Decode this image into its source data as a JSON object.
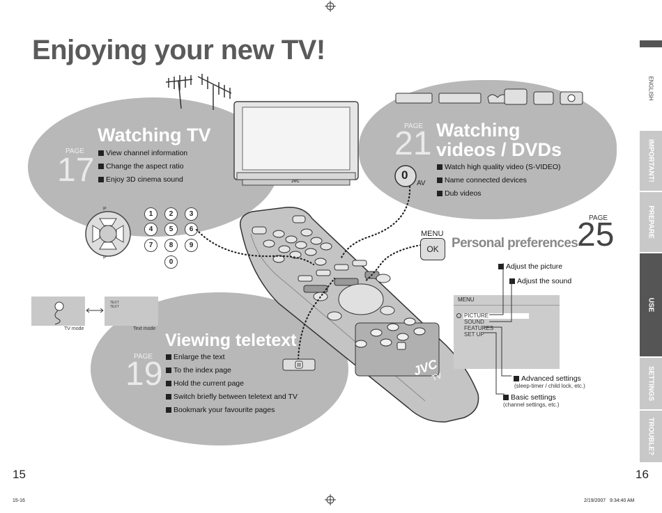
{
  "title": "Enjoying your new TV!",
  "page_left": "15",
  "page_right": "16",
  "footer_left": "15-16",
  "footer_right": "2/19/2007   9:34:40 AM",
  "sidebar": {
    "english": "ENGLISH",
    "important": "IMPORTANT!",
    "prepare": "PREPARE",
    "use": "USE",
    "settings": "SETTINGS",
    "trouble": "TROUBLE?"
  },
  "page_label": "PAGE",
  "watching_tv": {
    "title": "Watching TV",
    "page": "17",
    "items": [
      "View channel information",
      "Change the aspect ratio",
      "Enjoy 3D cinema sound"
    ]
  },
  "watching_videos": {
    "title_line1": "Watching",
    "title_line2": "videos / DVDs",
    "page": "21",
    "items": [
      "Watch high quality video (S-VIDEO)",
      "Name connected devices",
      "Dub videos"
    ]
  },
  "teletext": {
    "title": "Viewing teletext",
    "page": "19",
    "items": [
      "Enlarge the text",
      "To the index page",
      "Hold the current page",
      "Switch briefly between teletext and TV",
      "Bookmark your favourite pages"
    ],
    "tv_mode": "TV mode",
    "text_mode": "Text mode",
    "text_lbl": "TEXT",
    "text_lbl2": "TEXT"
  },
  "preferences": {
    "title": "Personal preferences",
    "page": "25",
    "menu_label": "MENU",
    "ok_label": "OK",
    "adjust_picture": "Adjust the picture",
    "adjust_sound": "Adjust the sound",
    "advanced": "Advanced settings",
    "advanced_note": "(sleep-timer / child lock, etc.)",
    "basic": "Basic settings",
    "basic_note": "(channel settings, etc.)",
    "menu_title": "MENU",
    "menu_items": [
      "PICTURE",
      "SOUND",
      "FEATURES",
      "SET UP"
    ]
  },
  "av_button": {
    "num": "0",
    "label": "AV"
  },
  "remote": {
    "brand": "JVC",
    "tv_label": "TV"
  },
  "tv_brand": "JVC",
  "keypad": [
    "1",
    "2",
    "3",
    "4",
    "5",
    "6",
    "7",
    "8",
    "9",
    "0"
  ],
  "p_up": "P",
  "p_down": "P"
}
